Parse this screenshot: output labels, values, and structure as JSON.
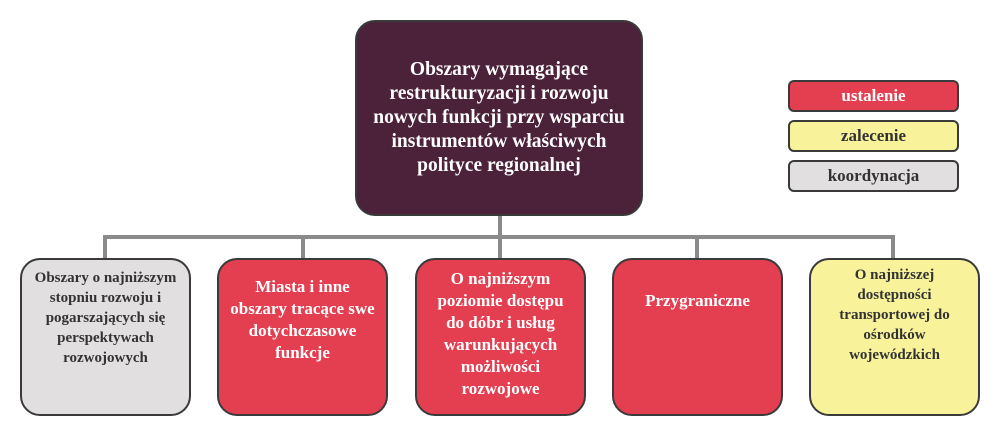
{
  "root": {
    "text": "Obszary wymagające restrukturyzacji i rozwoju nowych funkcji przy wsparciu instrumentów właściwych polityce regionalnej"
  },
  "children": [
    {
      "text": "Obszary o najniższym stopniu rozwoju i pogarszających się perspektywach rozwojowych",
      "type": "koordynacja"
    },
    {
      "text": "Miasta i inne obszary tracące swe dotychczasowe funkcje",
      "type": "ustalenie"
    },
    {
      "text": "O najniższym poziomie dostępu do dóbr i usług warunkujących możliwości rozwojowe",
      "type": "ustalenie"
    },
    {
      "text": "Przygraniczne",
      "type": "ustalenie"
    },
    {
      "text": "O najniższej dostępności transportowej do ośrodków wojewódzkich",
      "type": "zalecenie"
    }
  ],
  "legend": [
    {
      "label": "ustalenie",
      "color": "#e43e51"
    },
    {
      "label": "zalecenie",
      "color": "#f8f39b"
    },
    {
      "label": "koordynacja",
      "color": "#e1dfdf"
    }
  ]
}
